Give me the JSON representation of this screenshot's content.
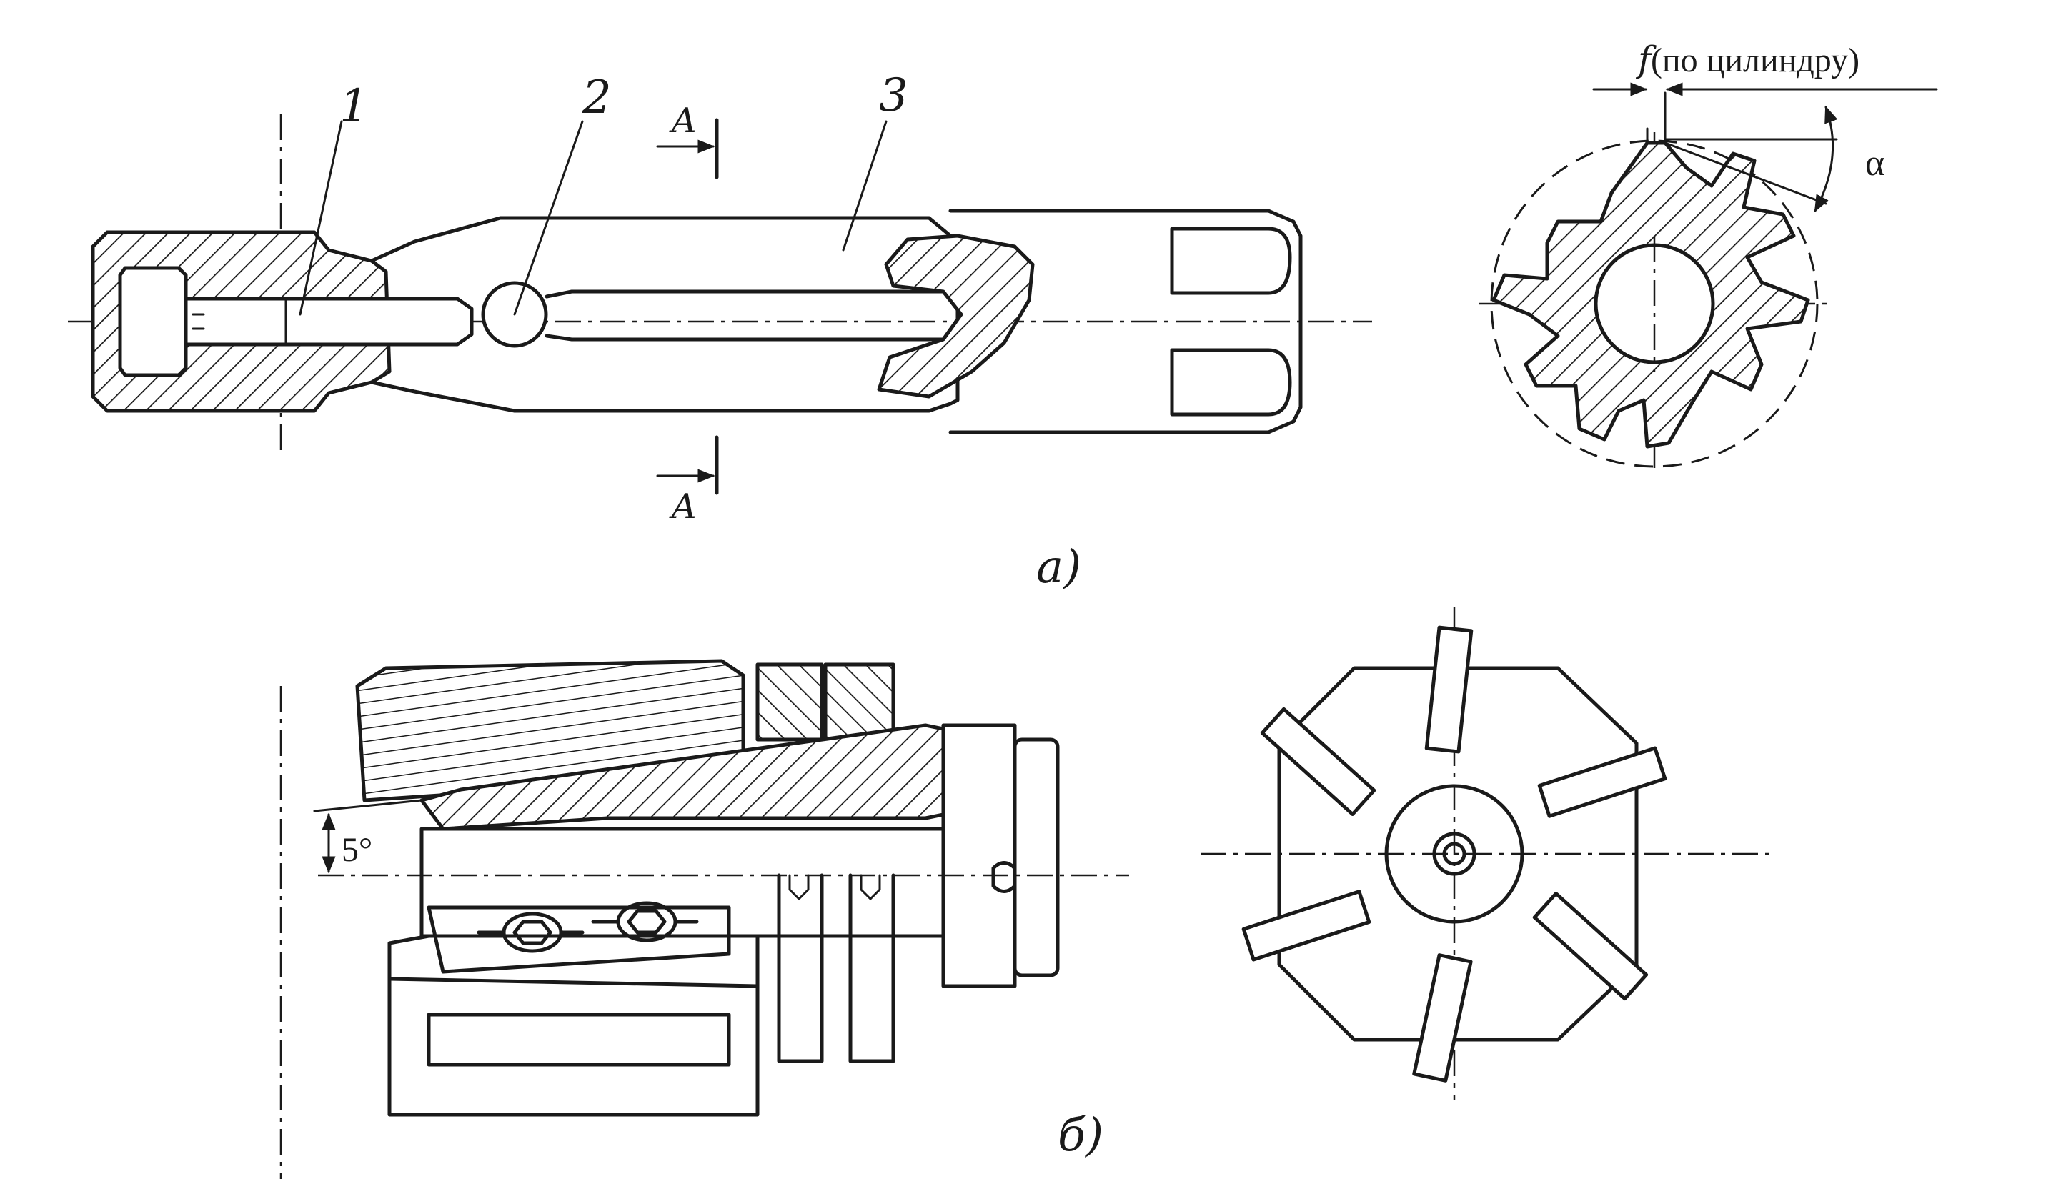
{
  "view_a": {
    "callout_1": "1",
    "callout_2": "2",
    "callout_3": "3",
    "section_mark_top": "A",
    "section_mark_bottom": "A",
    "dim_f": "f",
    "dim_f_note": "(по цилиндру)",
    "angle_alpha": "α",
    "caption": "а)"
  },
  "view_b": {
    "angle": "5°",
    "caption": "б)"
  }
}
